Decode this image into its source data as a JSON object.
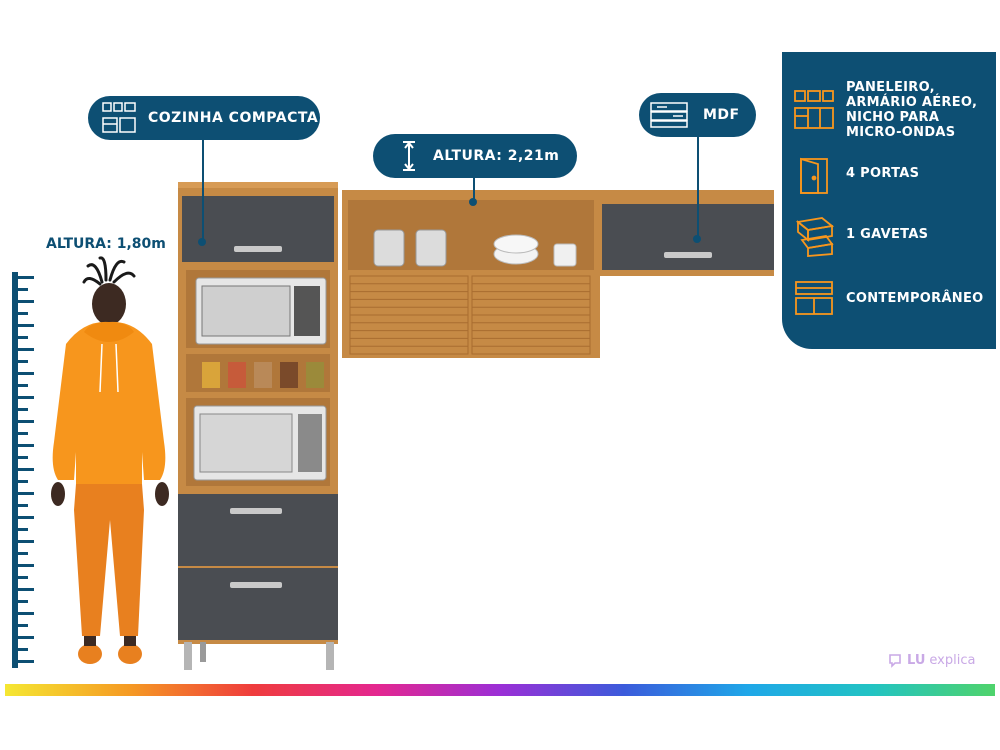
{
  "badges": {
    "compact_kitchen": "COZINHA  COMPACTA",
    "height_total": "ALTURA: 2,21m",
    "material": "MDF"
  },
  "person_height_label": "ALTURA: 1,80m",
  "features": [
    {
      "icon": "kitchen-modules-icon",
      "lines": [
        "PANELEIRO,",
        "ARMÁRIO AÉREO,",
        "NICHO PARA",
        "MICRO-ONDAS"
      ]
    },
    {
      "icon": "door-icon",
      "lines": [
        "4 PORTAS"
      ]
    },
    {
      "icon": "drawer-icon",
      "lines": [
        "1 GAVETAS"
      ]
    },
    {
      "icon": "contemporary-furniture-icon",
      "lines": [
        "CONTEMPORÂNEO"
      ]
    }
  ],
  "logo": {
    "brand": "LU",
    "word": "explica"
  },
  "colors": {
    "badge": "#0d4f73",
    "wood": "#c68a45",
    "graphite": "#4a4d52",
    "hoodie": "#f7961d",
    "pants": "#e8801f"
  }
}
